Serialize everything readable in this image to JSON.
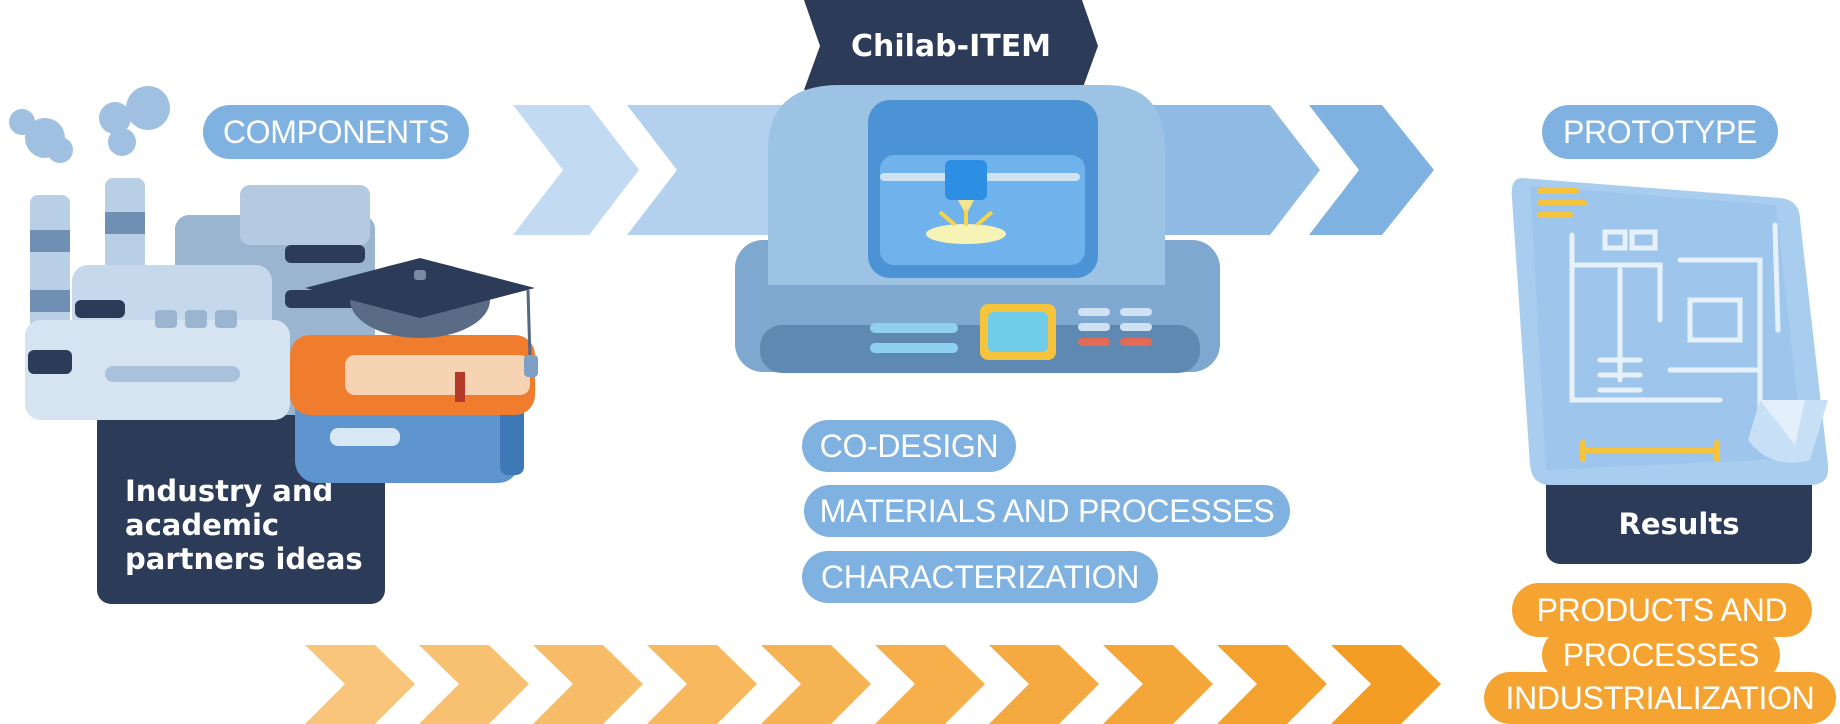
{
  "header": {
    "title": "Chilab-ITEM"
  },
  "input": {
    "tag": "COMPONENTS",
    "caption_lines": [
      "Industry and",
      "academic",
      "partners ideas"
    ]
  },
  "process": {
    "steps": [
      "CO-DESIGN",
      "MATERIALS AND PROCESSES",
      "CHARACTERIZATION"
    ]
  },
  "output": {
    "tag": "PROTOTYPE",
    "caption": "Results",
    "final_lines": [
      "PRODUCTS AND",
      "PROCESSES",
      "INDUSTRIALIZATION"
    ]
  },
  "colors": {
    "navy": "#2c3b57",
    "pill_blue": "#7fb2e0",
    "arrow_blue_light": "#bcd6ef",
    "arrow_blue_dark": "#7fb2e0",
    "orange_light": "#f8c57a",
    "orange_dark": "#f49d25"
  },
  "icons": [
    "factory-icon",
    "graduation-books-icon",
    "3d-printer-icon",
    "blueprint-icon"
  ]
}
